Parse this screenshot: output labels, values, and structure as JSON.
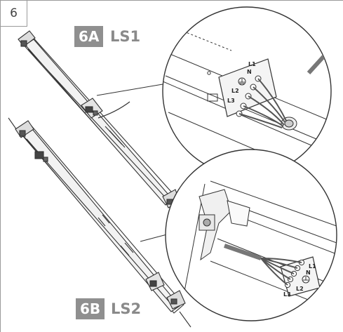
{
  "step_number": "6",
  "panel_a": {
    "badge": "6A",
    "label": "LS1"
  },
  "panel_b": {
    "badge": "6B",
    "label": "LS2"
  },
  "terminal_a": {
    "l1": "L1",
    "n": "N",
    "l2": "L2",
    "l3": "L3"
  },
  "terminal_b": {
    "l1": "L1",
    "n": "N",
    "l2": "L2",
    "l3": "L3"
  },
  "colors": {
    "frame": "#9a9a9a",
    "badge": "#8f8f8f",
    "label": "#8a8a8a",
    "line": "#333333"
  }
}
